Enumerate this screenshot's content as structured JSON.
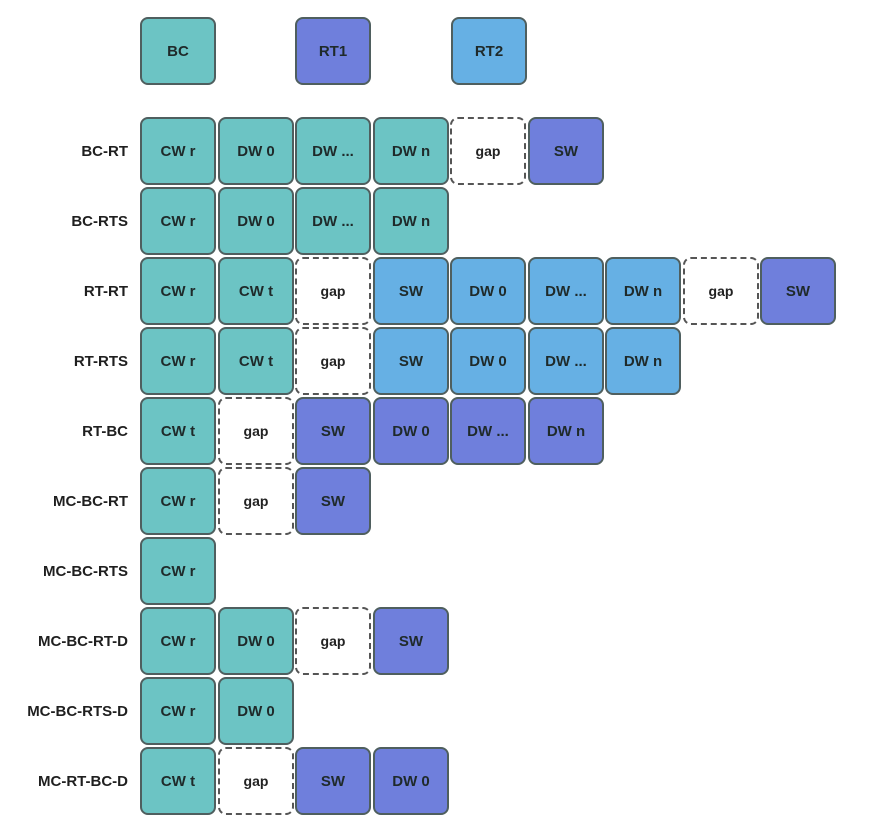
{
  "colors": {
    "BC": "#6cc4c4",
    "RT1": "#6f7fdc",
    "RT2": "#66b0e4",
    "gap": "#ffffff"
  },
  "legend": [
    {
      "label": "BC",
      "color": "BC"
    },
    {
      "label": "RT1",
      "color": "RT1"
    },
    {
      "label": "RT2",
      "color": "RT2"
    }
  ],
  "rows": [
    {
      "label": "BC-RT",
      "cells": [
        {
          "text": "CW r",
          "color": "BC"
        },
        {
          "text": "DW 0",
          "color": "BC"
        },
        {
          "text": "DW ...",
          "color": "BC"
        },
        {
          "text": "DW n",
          "color": "BC"
        },
        {
          "text": "gap",
          "color": "gap"
        },
        {
          "text": "SW",
          "color": "RT1"
        }
      ]
    },
    {
      "label": "BC-RTS",
      "cells": [
        {
          "text": "CW r",
          "color": "BC"
        },
        {
          "text": "DW 0",
          "color": "BC"
        },
        {
          "text": "DW ...",
          "color": "BC"
        },
        {
          "text": "DW n",
          "color": "BC"
        }
      ]
    },
    {
      "label": "RT-RT",
      "cells": [
        {
          "text": "CW r",
          "color": "BC"
        },
        {
          "text": "CW t",
          "color": "BC"
        },
        {
          "text": "gap",
          "color": "gap"
        },
        {
          "text": "SW",
          "color": "RT2"
        },
        {
          "text": "DW 0",
          "color": "RT2"
        },
        {
          "text": "DW ...",
          "color": "RT2"
        },
        {
          "text": "DW n",
          "color": "RT2"
        },
        {
          "text": "gap",
          "color": "gap"
        },
        {
          "text": "SW",
          "color": "RT1"
        }
      ]
    },
    {
      "label": "RT-RTS",
      "cells": [
        {
          "text": "CW r",
          "color": "BC"
        },
        {
          "text": "CW t",
          "color": "BC"
        },
        {
          "text": "gap",
          "color": "gap"
        },
        {
          "text": "SW",
          "color": "RT2"
        },
        {
          "text": "DW 0",
          "color": "RT2"
        },
        {
          "text": "DW ...",
          "color": "RT2"
        },
        {
          "text": "DW n",
          "color": "RT2"
        }
      ]
    },
    {
      "label": "RT-BC",
      "cells": [
        {
          "text": "CW t",
          "color": "BC"
        },
        {
          "text": "gap",
          "color": "gap"
        },
        {
          "text": "SW",
          "color": "RT1"
        },
        {
          "text": "DW 0",
          "color": "RT1"
        },
        {
          "text": "DW ...",
          "color": "RT1"
        },
        {
          "text": "DW n",
          "color": "RT1"
        }
      ]
    },
    {
      "label": "MC-BC-RT",
      "cells": [
        {
          "text": "CW r",
          "color": "BC"
        },
        {
          "text": "gap",
          "color": "gap"
        },
        {
          "text": "SW",
          "color": "RT1"
        }
      ]
    },
    {
      "label": "MC-BC-RTS",
      "cells": [
        {
          "text": "CW r",
          "color": "BC"
        }
      ]
    },
    {
      "label": "MC-BC-RT-D",
      "cells": [
        {
          "text": "CW r",
          "color": "BC"
        },
        {
          "text": "DW 0",
          "color": "BC"
        },
        {
          "text": "gap",
          "color": "gap"
        },
        {
          "text": "SW",
          "color": "RT1"
        }
      ]
    },
    {
      "label": "MC-BC-RTS-D",
      "cells": [
        {
          "text": "CW r",
          "color": "BC"
        },
        {
          "text": "DW 0",
          "color": "BC"
        }
      ]
    },
    {
      "label": "MC-RT-BC-D",
      "cells": [
        {
          "text": "CW t",
          "color": "BC"
        },
        {
          "text": "gap",
          "color": "gap"
        },
        {
          "text": "SW",
          "color": "RT1"
        },
        {
          "text": "DW 0",
          "color": "RT1"
        }
      ]
    }
  ]
}
